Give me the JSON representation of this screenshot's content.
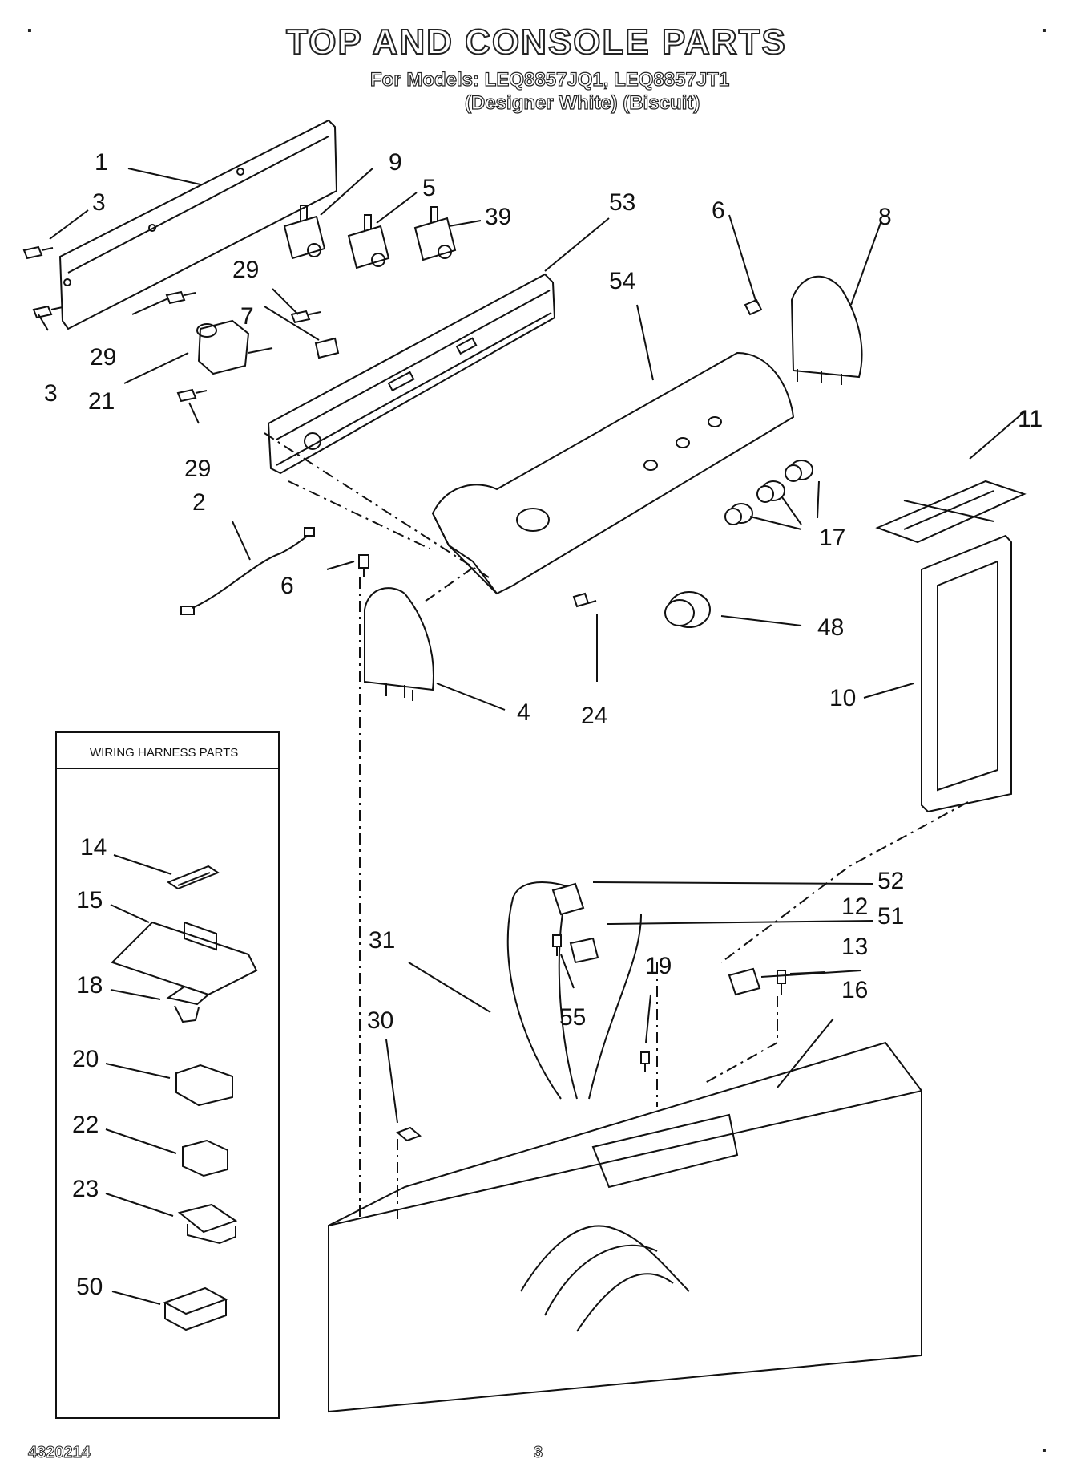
{
  "header": {
    "title": "TOP AND CONSOLE PARTS",
    "models": "For Models: LEQ8857JQ1, LEQ8857JT1",
    "colors": "(Designer White)   (Biscuit)"
  },
  "harness_box": {
    "heading": "WIRING HARNESS PARTS"
  },
  "callouts": {
    "c1": "1",
    "c3a": "3",
    "c29a": "29",
    "c3b": "3",
    "c21": "21",
    "c29b": "29",
    "c29c": "29",
    "c7": "7",
    "c9": "9",
    "c5": "5",
    "c39": "39",
    "c53": "53",
    "c54": "54",
    "c6a": "6",
    "c8": "8",
    "c11": "11",
    "c17": "17",
    "c2": "2",
    "c6b": "6",
    "c4": "4",
    "c24": "24",
    "c48": "48",
    "c10": "10",
    "c52": "52",
    "c51": "51",
    "c12": "12",
    "c13": "13",
    "c16": "16",
    "c31": "31",
    "c19": "19",
    "c55": "55",
    "c30": "30",
    "h14": "14",
    "h15": "15",
    "h18": "18",
    "h20": "20",
    "h22": "22",
    "h23": "23",
    "h50": "50"
  },
  "footer": {
    "doc_number": "4320214",
    "page": "3"
  }
}
